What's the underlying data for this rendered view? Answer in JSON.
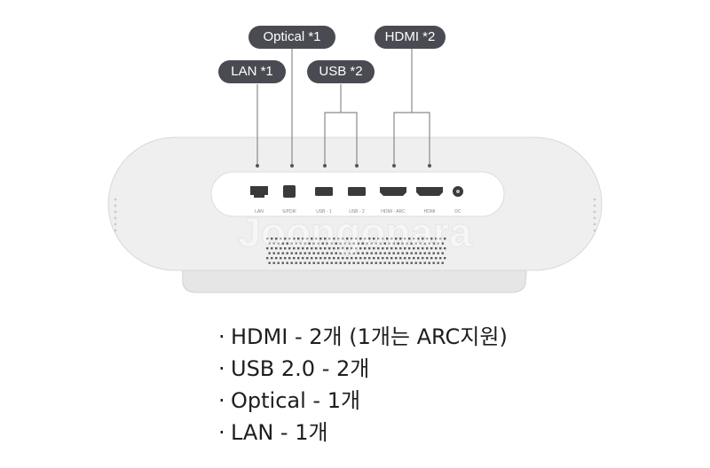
{
  "callouts": {
    "lan": "LAN *1",
    "optical": "Optical *1",
    "usb": "USB *2",
    "hdmi": "HDMI *2"
  },
  "ports": {
    "lan": "LAN",
    "spdif": "S/PDIF",
    "usb1": "USB - 1",
    "usb2": "USB - 2",
    "hdmi_arc": "HDMI - ARC",
    "hdmi": "HDMI",
    "dc": "DC"
  },
  "features": [
    "HDMI - 2개 (1개는 ARC지원)",
    "USB 2.0 - 2개",
    "Optical - 1개",
    "LAN - 1개"
  ],
  "watermark": "Joongonara",
  "colors": {
    "callout_bg": "#4a4a52",
    "body": "#eeeeee",
    "panel": "#ffffff",
    "text": "#1e1e1e"
  }
}
